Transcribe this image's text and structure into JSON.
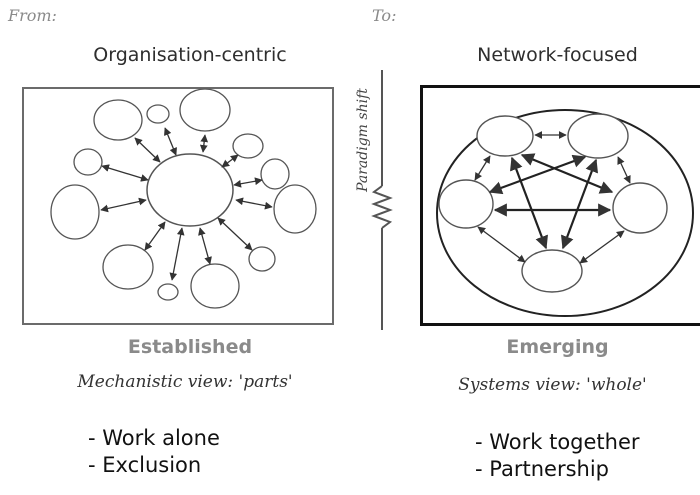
{
  "left": {
    "from_label": "From:",
    "title": "Organisation-centric",
    "state": "Established",
    "view": "Mechanistic view: 'parts'",
    "bullets": [
      "- Work alone",
      "- Exclusion"
    ]
  },
  "divider": {
    "label": "Paradigm shift"
  },
  "right": {
    "to_label": "To:",
    "title": "Network-focused",
    "state": "Emerging",
    "view": "Systems view: 'whole'",
    "bullets": [
      "- Work together",
      "- Partnership"
    ]
  }
}
